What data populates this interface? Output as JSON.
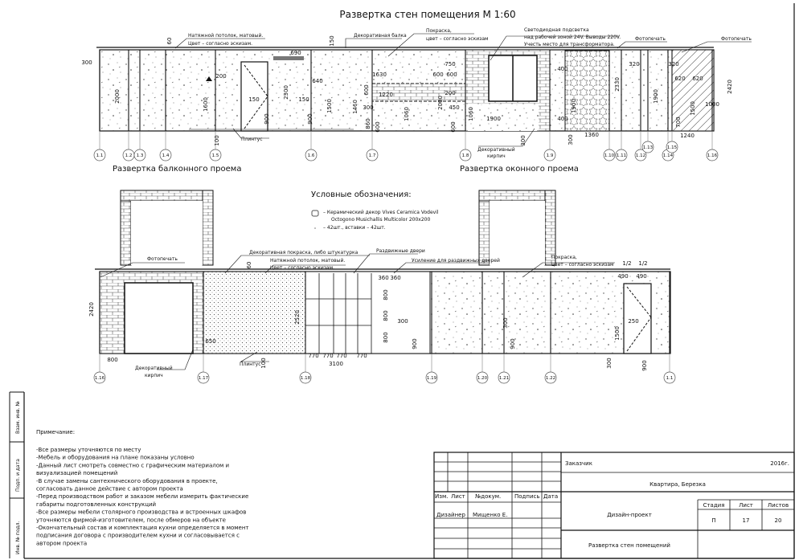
{
  "title": "Развертка стен помещения М 1:60",
  "top_section": {
    "caption_left": "Развертка балконного проема",
    "caption_right": "Развертка оконного проема",
    "callouts": {
      "ceiling_1": "Натяжной потолок, матовый.",
      "ceiling_2": "Цвет – согласно эскизам.",
      "beam": "Декоративная балка",
      "paint_1": "Покраска,",
      "paint_2": "цвет – согласно эскизам",
      "light_1": "Светодиодная подсветка",
      "light_2": "над рабочей зоной 24V. Выводы 220V.",
      "light_3": "Учесть место для трансформатора.",
      "photo_1": "Фотопечать",
      "photo_2": "Фотопечать",
      "plinth": "Плинтус",
      "brick_1": "Декоративный",
      "brick_2": "кирпич"
    },
    "markers": [
      "1.1",
      "1.2",
      "1.3",
      "1.4",
      "1.5",
      "1.6",
      "1.7",
      "1.8",
      "1.9",
      "1.10",
      "1.11",
      "1.12",
      "1.13",
      "1.14",
      "1.15",
      "1.16"
    ],
    "dims": [
      "60",
      "150",
      "300",
      "2000",
      "1600",
      "200",
      "690",
      "150",
      "2300",
      "900",
      "100",
      "900",
      "150",
      "1500",
      "640",
      "1460",
      "300",
      "860",
      "600",
      "600",
      "1630",
      "1220",
      "1060",
      "600",
      "2000",
      "750",
      "600",
      "200",
      "600",
      "450",
      "1060",
      "1900",
      "300",
      "400",
      "1900",
      "400",
      "300",
      "1360",
      "2330",
      "320",
      "1900",
      "320",
      "620",
      "620",
      "1500",
      "1000",
      "700",
      "1240",
      "2420"
    ]
  },
  "legend": {
    "title": "Условные обозначения:",
    "item1_line1": "– Керамический декор Vives Ceramica Vodevil",
    "item1_line2": "Octogono Musichallis Multicolor 200x200",
    "item2": "– 42шт., вставки – 42шт."
  },
  "bottom_section": {
    "callouts": {
      "photo": "Фотопечать",
      "deco_paint": "Декоративная покраска, либо штукатурка",
      "ceiling_1": "Натяжной потолок, матовый.",
      "ceiling_2": "Цвет – согласно эскизам.",
      "doors": "Раздвижные двери",
      "reinforce": "Усиление для раздвижных дверей",
      "paint_1": "Покраска,",
      "paint_2": "цвет – согласно эскизам",
      "plinth": "Плинтус",
      "brick_1": "Декоративный",
      "brick_2": "кирпич"
    },
    "markers": [
      "1.16",
      "1.17",
      "1.18",
      "1.19",
      "1.20",
      "1.21",
      "1.22",
      "1.1"
    ],
    "dims": [
      "2420",
      "800",
      "650",
      "60",
      "100",
      "2520",
      "770",
      "770",
      "770",
      "770",
      "3100",
      "360",
      "360",
      "800",
      "800",
      "800",
      "300",
      "900",
      "300",
      "900",
      "1/2",
      "1/2",
      "490",
      "490",
      "1500",
      "250",
      "300",
      "900"
    ]
  },
  "notes": {
    "title": "Примечание:",
    "lines": [
      "-Все размеры уточняются по месту",
      "-Мебель и оборудования на плане показаны условно",
      "-Данный лист смотреть совместно с графическим материалом и",
      " визуализацией помещений",
      "-В случае замены сантехнического оборудования в проекте,",
      " согласовать данное действие с автором проекта",
      "-Перед производством работ и заказом мебели измерить фактические",
      " габариты подготовленных конструкций",
      "-Все размеры мебели столярного производства и встроенных шкафов",
      " уточняются фирмой-изготовителем, после обмеров на объекте",
      "-Окончательный состав и комплектация кухни определяется в момент",
      " подписания договора с производителем кухни и согласовывается с",
      " автором проекта"
    ]
  },
  "side_stamp": [
    "Взам. инв. №",
    "Подп. и дата",
    "Инв. № подл."
  ],
  "title_block": {
    "col_izm": "Изм.",
    "col_list": "Лист",
    "col_doc": "№докум.",
    "col_sign": "Подпись",
    "col_date": "Дата",
    "role": "Дизайнер",
    "name": "Мищенко Е.",
    "customer": "Заказчик",
    "year": "2016г.",
    "object": "Квартира, Березка",
    "project": "Дизайн-проект",
    "stage_label": "Стадия",
    "sheet_label": "Лист",
    "sheets_label": "Листов",
    "stage": "П",
    "sheet": "17",
    "sheets": "20",
    "sheet_title": "Развертка стен помещений"
  }
}
